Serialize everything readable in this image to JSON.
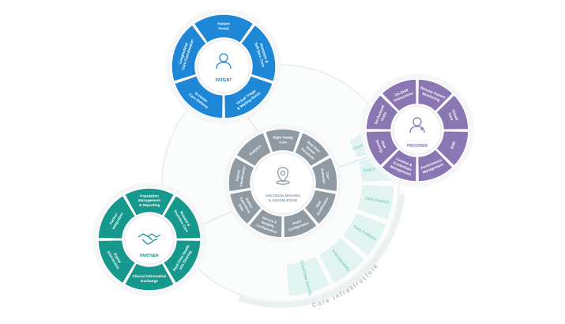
{
  "colors": {
    "patient": "#1f88d6",
    "provider": "#8a76b3",
    "partner": "#16988c",
    "decision": "#8f9aa3",
    "infra_band": "#e1f4f1",
    "infra_ring": "#eaf1f0",
    "infra_text": "#6cc2b7",
    "ring_bg": "#f4f6f8"
  },
  "core": {
    "title_lines": [
      "DECISION MAKING",
      "& KNOWLEDGE"
    ],
    "icon": "map-pin-icon",
    "segments": [
      [
        "Right Timing",
        "Care"
      ],
      [
        "Real-Time",
        "Market",
        "Sensitivity"
      ],
      [
        "Care",
        "Pathways"
      ],
      [
        "Risk",
        "Stratification"
      ],
      [
        "Payer",
        "Configuration"
      ],
      [
        "Service &",
        "Modality",
        "Configuration"
      ],
      [
        "Patient",
        "Experience",
        "Data"
      ],
      [
        "Patient",
        "Identification"
      ],
      [
        "Analytics"
      ]
    ]
  },
  "patient": {
    "title": "PATIENT",
    "icon": "person-icon",
    "segments": [
      [
        "Patient",
        "Portal"
      ],
      [
        "Reminder &",
        "Self-Serv. Care"
      ],
      [
        "Virtual Triage",
        "& Waiting Room"
      ],
      [
        "In-Home",
        "Care Delivery"
      ],
      [
        "Longitudinal",
        "Care Coordination"
      ]
    ]
  },
  "provider": {
    "title": "PROVIDER",
    "icon": "doctor-icon",
    "segments": [
      [
        "Remote Patient",
        "Monitoring"
      ],
      [
        "Virtual",
        "Care"
      ],
      [
        "EHR"
      ],
      [
        "Performance",
        "Management"
      ],
      [
        "License &",
        "Credentials",
        "Management"
      ],
      [
        "Risk",
        "Scoring"
      ],
      [
        "On-Demand",
        "Visits"
      ],
      [
        "On-Shift",
        "Instructions"
      ]
    ]
  },
  "partner": {
    "title": "PARTNER",
    "icon": "handshake-icon",
    "segments": [
      [
        "Population",
        "Management",
        "& Reporting"
      ],
      [
        "Reward &",
        "Incentive Care"
      ],
      [
        "Real-Time Health",
        "Info Sharing"
      ],
      [
        "Clinical Information",
        "Exchange"
      ],
      [
        "Digital",
        "Intervention"
      ],
      [
        "Partner",
        "Integration"
      ]
    ]
  },
  "infrastructure": {
    "label": "Core Infrastructure",
    "bands": [
      "Cloud Infrastructure",
      "Data Protection",
      "Data Science",
      "Data Analytics",
      "Interoperability",
      "Cloud/Data Security"
    ]
  }
}
